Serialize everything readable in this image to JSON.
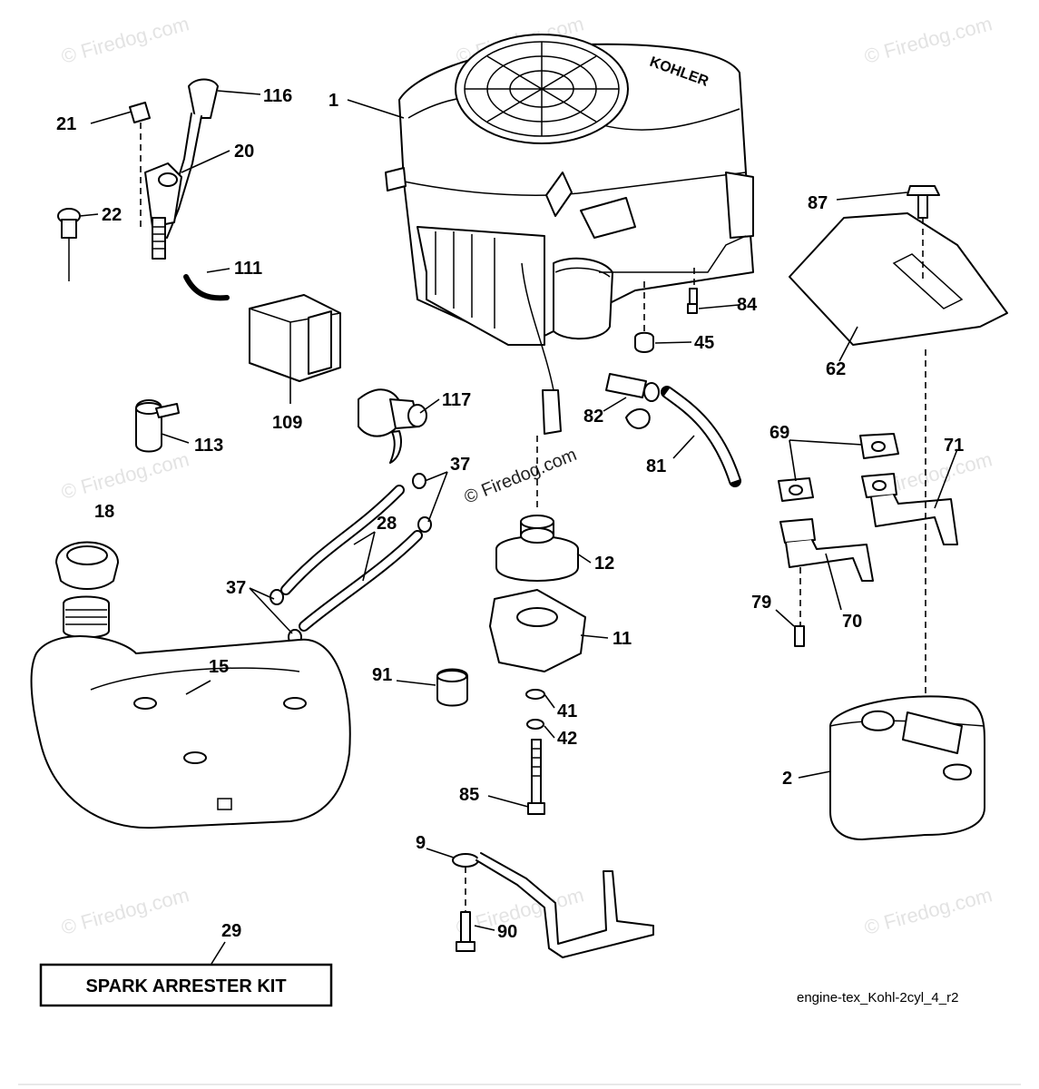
{
  "watermark": "Firedog.com",
  "watermark_center": "© Firedog.com",
  "kit_label": "SPARK ARRESTER KIT",
  "diagram_code": "engine-tex_Kohl-2cyl_4_r2",
  "engine_brand_mark": "KOHLER",
  "callouts": {
    "p1": "1",
    "p2": "2",
    "p9": "9",
    "p11": "11",
    "p12": "12",
    "p15": "15",
    "p18": "18",
    "p20": "20",
    "p21": "21",
    "p22": "22",
    "p28": "28",
    "p29": "29",
    "p37a": "37",
    "p37b": "37",
    "p41": "41",
    "p42": "42",
    "p45": "45",
    "p62": "62",
    "p69": "69",
    "p70": "70",
    "p71": "71",
    "p79": "79",
    "p81": "81",
    "p82": "82",
    "p84": "84",
    "p85": "85",
    "p87": "87",
    "p90": "90",
    "p91": "91",
    "p109": "109",
    "p111": "111",
    "p113": "113",
    "p116": "116",
    "p117": "117"
  }
}
